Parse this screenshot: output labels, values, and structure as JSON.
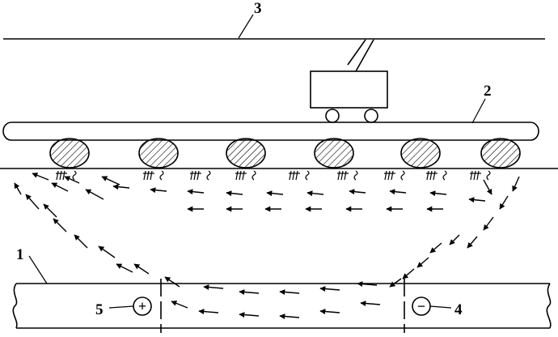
{
  "labels": {
    "pipe": "1",
    "rail": "2",
    "overhead_wire": "3",
    "negative_electrode": "4",
    "positive_electrode": "5"
  },
  "symbols": {
    "plus": "+",
    "minus": "−"
  },
  "icons": {
    "arrow": "arrow-icon",
    "corrosion": "corrosion-mark-icon",
    "tram": "tram-car-icon"
  }
}
